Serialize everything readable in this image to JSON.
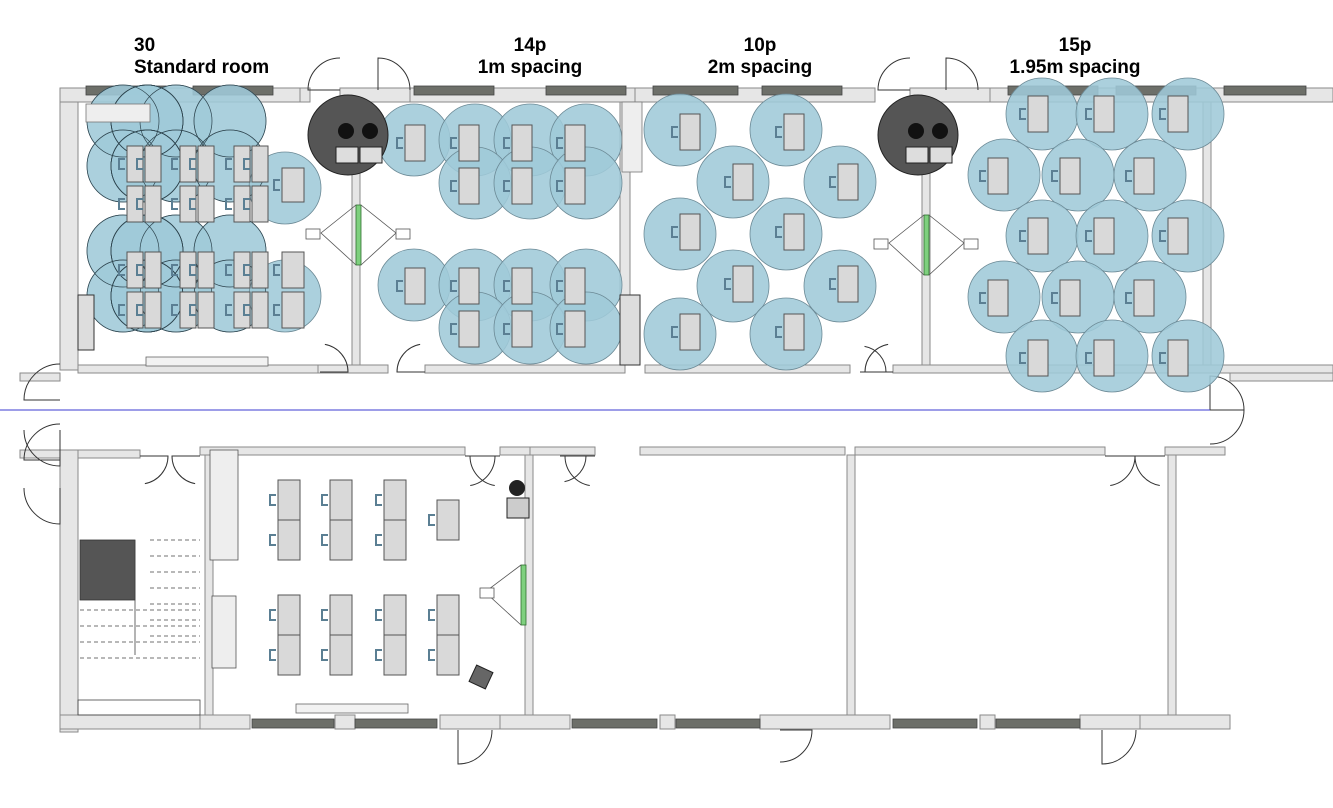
{
  "rooms": [
    {
      "id": "standard",
      "count": "30",
      "caption": "Standard room"
    },
    {
      "id": "r14",
      "count": "14p",
      "caption": "1m spacing"
    },
    {
      "id": "r10",
      "count": "10p",
      "caption": "2m spacing"
    },
    {
      "id": "r15",
      "count": "15p",
      "caption": "1.95m spacing"
    }
  ],
  "colors": {
    "wall_fill": "#e6e6e6",
    "wall_stroke": "#8a8a8a",
    "window": "#6d6f69",
    "circle_fill": "#9fcad8",
    "circle_stroke": "#6c8a96",
    "desk_fill": "#d9d9d9",
    "desk_stroke": "#555555",
    "chair": "#5b7f93",
    "teacher_zone": "#555555",
    "green_board": "#7ed07e",
    "guide_line": "#3b3bd0"
  }
}
